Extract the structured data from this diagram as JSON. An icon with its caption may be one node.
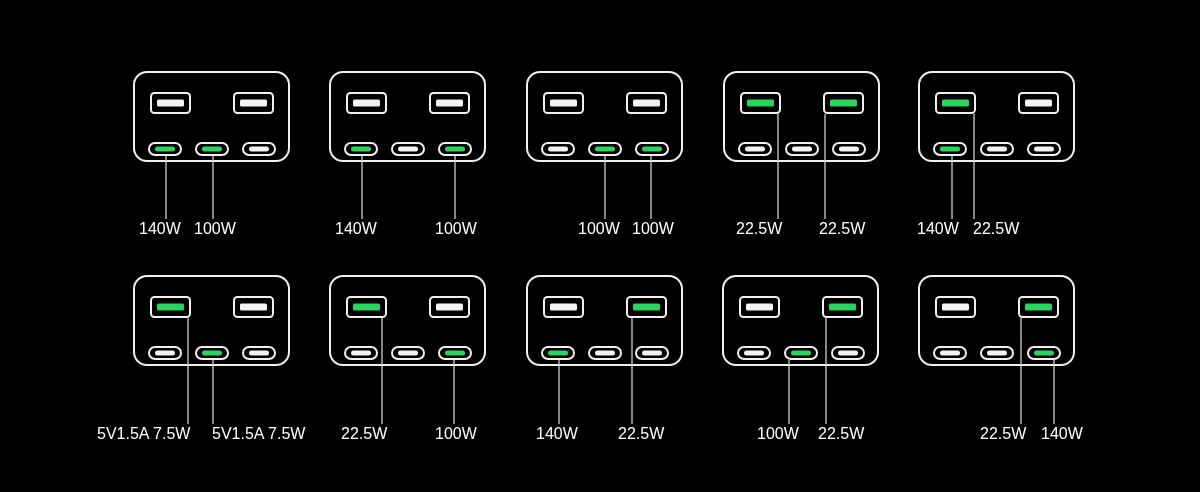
{
  "diagram": {
    "nodes": [
      {
        "text": [],
        "shape": "box"
      },
      {
        "text": [],
        "shape": "rectangle",
        "in": 0
      },
      {
        "text": [],
        "shape": "rectangle",
        "in": 0
      },
      {
        "text": [],
        "shape": "pill",
        "in": 0
      },
      {
        "text": [],
        "shape": "pill",
        "in": 0
      },
      {
        "text": [],
        "shape": "pill",
        "in": 0
      },
      {
        "text": [
          "140W"
        ]
      },
      {
        "text": [
          "100W"
        ]
      },
      {
        "text": [],
        "shape": "box"
      },
      {
        "text": [],
        "shape": "rectangle",
        "in": 8
      },
      {
        "text": [],
        "shape": "rectangle",
        "in": 8
      },
      {
        "text": [],
        "shape": "pill",
        "in": 8
      },
      {
        "text": [],
        "shape": "pill",
        "in": 8
      },
      {
        "text": [],
        "shape": "pill",
        "in": 8
      },
      {
        "text": [
          "140W"
        ]
      },
      {
        "text": [
          "100W"
        ]
      },
      {
        "text": [],
        "shape": "box"
      },
      {
        "text": [],
        "shape": "rectangle",
        "in": 16
      },
      {
        "text": [],
        "shape": "rectangle",
        "in": 16
      },
      {
        "text": [],
        "shape": "pill",
        "in": 16
      },
      {
        "text": [],
        "shape": "pill",
        "in": 16
      },
      {
        "text": [],
        "shape": "pill",
        "in": 16
      },
      {
        "text": [
          "100W"
        ]
      },
      {
        "text": [
          "100W"
        ]
      },
      {
        "text": [],
        "shape": "box"
      },
      {
        "text": [],
        "shape": "rectangle",
        "in": 24
      },
      {
        "text": [],
        "shape": "rectangle",
        "in": 24
      },
      {
        "text": [],
        "shape": "pill",
        "in": 24
      },
      {
        "text": [],
        "shape": "pill",
        "in": 24
      },
      {
        "text": [],
        "shape": "pill",
        "in": 24
      },
      {
        "text": [
          "22.5W"
        ]
      },
      {
        "text": [
          "22.5W"
        ]
      },
      {
        "text": [],
        "shape": "box"
      },
      {
        "text": [],
        "shape": "rectangle",
        "in": 32
      },
      {
        "text": [],
        "shape": "rectangle",
        "in": 32
      },
      {
        "text": [],
        "shape": "pill",
        "in": 32
      },
      {
        "text": [],
        "shape": "pill",
        "in": 32
      },
      {
        "text": [],
        "shape": "pill",
        "in": 32
      },
      {
        "text": [
          "140W"
        ]
      },
      {
        "text": [
          "22.5W"
        ]
      },
      {
        "text": [],
        "shape": "box"
      },
      {
        "text": [],
        "shape": "rectangle",
        "in": 40
      },
      {
        "text": [],
        "shape": "rectangle",
        "in": 40
      },
      {
        "text": [],
        "shape": "pill",
        "in": 40
      },
      {
        "text": [],
        "shape": "pill",
        "in": 40
      },
      {
        "text": [],
        "shape": "pill",
        "in": 40
      },
      {
        "text": [
          "5V1.5A 7.5W"
        ]
      },
      {
        "text": [
          "5V1.5A 7.5W"
        ]
      },
      {
        "text": [],
        "shape": "box"
      },
      {
        "text": [],
        "shape": "rectangle",
        "in": 48
      },
      {
        "text": [],
        "shape": "rectangle",
        "in": 48
      },
      {
        "text": [],
        "shape": "pill",
        "in": 48
      },
      {
        "text": [],
        "shape": "pill",
        "in": 48
      },
      {
        "text": [],
        "shape": "pill",
        "in": 48
      },
      {
        "text": [
          "22.5W"
        ]
      },
      {
        "text": [
          "100W"
        ]
      },
      {
        "text": [],
        "shape": "box"
      },
      {
        "text": [],
        "shape": "rectangle",
        "in": 56
      },
      {
        "text": [],
        "shape": "rectangle",
        "in": 56
      },
      {
        "text": [],
        "shape": "pill",
        "in": 56
      },
      {
        "text": [],
        "shape": "pill",
        "in": 56
      },
      {
        "text": [],
        "shape": "pill",
        "in": 56
      },
      {
        "text": [
          "140W"
        ]
      },
      {
        "text": [
          "22.5W"
        ]
      },
      {
        "text": [],
        "shape": "box"
      },
      {
        "text": [],
        "shape": "rectangle",
        "in": 64
      },
      {
        "text": [],
        "shape": "rectangle",
        "in": 64
      },
      {
        "text": [],
        "shape": "pill",
        "in": 64
      },
      {
        "text": [],
        "shape": "pill",
        "in": 64
      },
      {
        "text": [],
        "shape": "pill",
        "in": 64
      },
      {
        "text": [
          "100W"
        ]
      },
      {
        "text": [
          "22.5W"
        ]
      },
      {
        "text": [],
        "shape": "box"
      },
      {
        "text": [],
        "shape": "rectangle",
        "in": 72
      },
      {
        "text": [],
        "shape": "rectangle",
        "in": 72
      },
      {
        "text": [],
        "shape": "pill",
        "in": 72
      },
      {
        "text": [],
        "shape": "pill",
        "in": 72
      },
      {
        "text": [],
        "shape": "pill",
        "in": 72
      },
      {
        "text": [
          "22.5W"
        ]
      },
      {
        "text": [
          "140W"
        ]
      }
    ],
    "edges": [
      {
        "from": 6,
        "to": 3,
        "arrow": "none"
      },
      {
        "from": 7,
        "to": 4,
        "arrow": "none"
      },
      {
        "from": 14,
        "to": 11,
        "arrow": "none"
      },
      {
        "from": 15,
        "to": 13,
        "arrow": "none"
      },
      {
        "from": 22,
        "to": 20,
        "arrow": "none"
      },
      {
        "from": 23,
        "to": 21,
        "arrow": "none"
      },
      {
        "from": 30,
        "to": 25,
        "arrow": "none"
      },
      {
        "from": 31,
        "to": 26,
        "arrow": "none"
      },
      {
        "from": 38,
        "to": 35,
        "arrow": "none"
      },
      {
        "from": 39,
        "to": 33,
        "arrow": "none"
      },
      {
        "from": 46,
        "to": 41,
        "arrow": "none"
      },
      {
        "from": 47,
        "to": 44,
        "arrow": "none"
      },
      {
        "from": 54,
        "to": 49,
        "arrow": "none"
      },
      {
        "from": 55,
        "to": 53,
        "arrow": "none"
      },
      {
        "from": 62,
        "to": 59,
        "arrow": "none"
      },
      {
        "from": 63,
        "to": 58,
        "arrow": "none"
      },
      {
        "from": 70,
        "to": 68,
        "arrow": "none"
      },
      {
        "from": 71,
        "to": 66,
        "arrow": "none"
      },
      {
        "from": 78,
        "to": 74,
        "arrow": "none"
      },
      {
        "from": 79,
        "to": 77,
        "arrow": "none"
      }
    ]
  }
}
